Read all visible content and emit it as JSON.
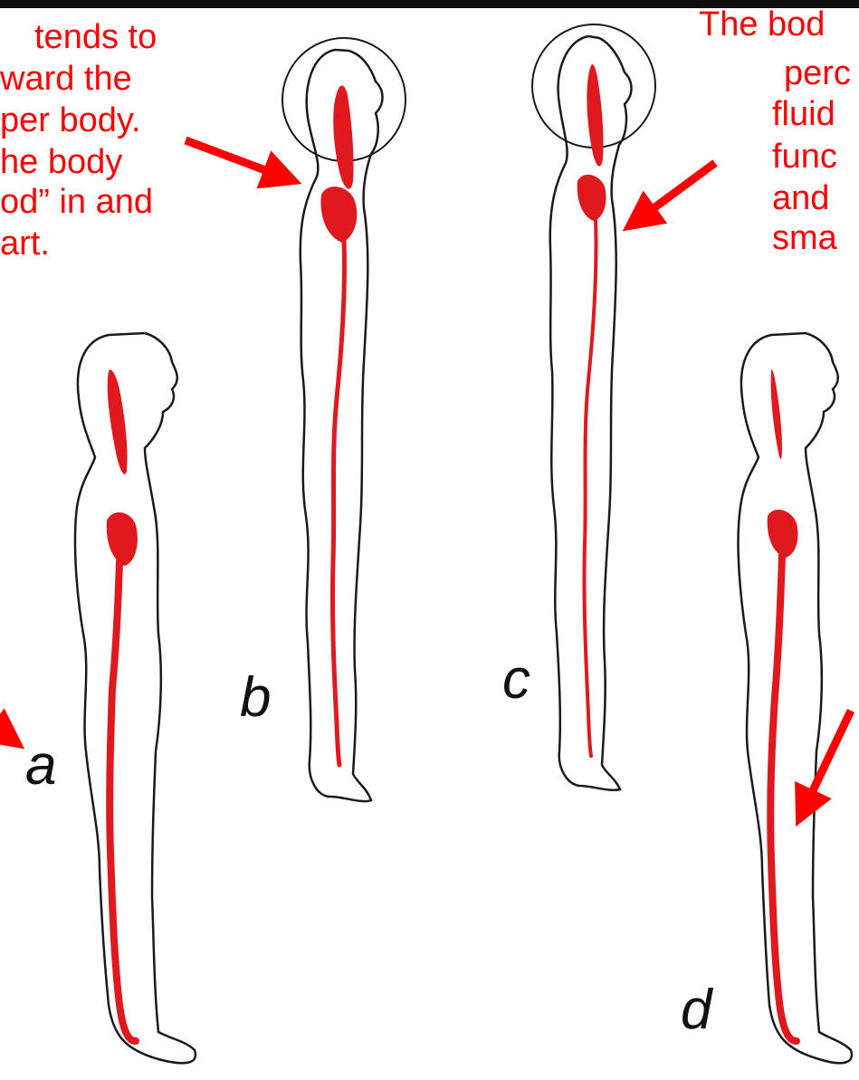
{
  "colors": {
    "annotation": "#ff0000",
    "fluid": "#e0191f",
    "outline": "#1a1a1a",
    "background": "#ffffff"
  },
  "captions": {
    "left": [
      "tends to",
      "ward the",
      "per body.",
      "he body",
      "od” in and",
      "art."
    ],
    "right": [
      "The bod",
      "perc",
      "fluid",
      "func",
      "and",
      "sma"
    ]
  },
  "figures": [
    {
      "label": "a"
    },
    {
      "label": "b"
    },
    {
      "label": "c"
    },
    {
      "label": "d"
    }
  ]
}
